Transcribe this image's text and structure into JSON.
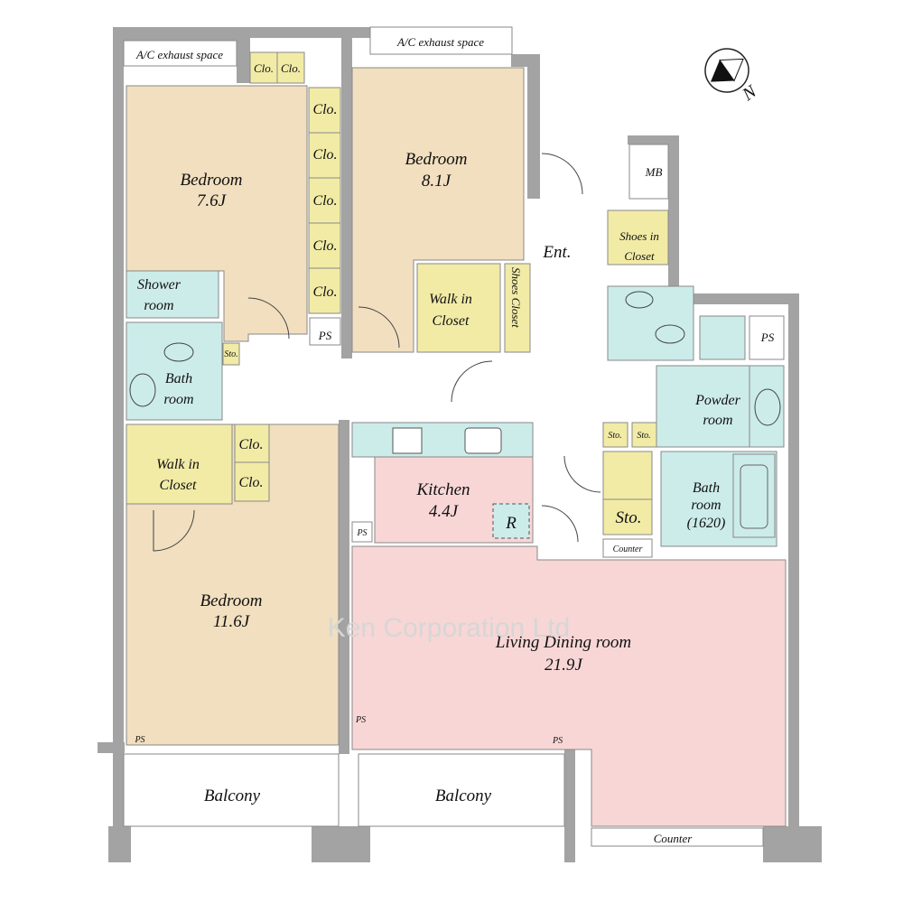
{
  "rooms": {
    "ac_exhaust_left": "A/C exhaust space",
    "ac_exhaust_right": "A/C exhaust space",
    "bedroom1": {
      "name": "Bedroom",
      "size": "7.6J"
    },
    "bedroom2": {
      "name": "Bedroom",
      "size": "8.1J"
    },
    "bedroom3": {
      "name": "Bedroom",
      "size": "11.6J"
    },
    "closet": "Clo.",
    "shower_room": [
      "Shower",
      "room"
    ],
    "bath_room_left": [
      "Bath",
      "room"
    ],
    "sto_small": "Sto.",
    "sto": "Sto.",
    "ps": "PS",
    "walk_in_closet": [
      "Walk in",
      "Closet"
    ],
    "shoes_closet": "Shoes Closet",
    "entrance": "Ent.",
    "mb": "MB",
    "shoes_in_closet": [
      "Shoes in",
      "Closet"
    ],
    "powder_room": [
      "Powder",
      "room"
    ],
    "bath_room_right": [
      "Bath",
      "room",
      "(1620)"
    ],
    "counter": "Counter",
    "kitchen": {
      "name": "Kitchen",
      "size": "4.4J"
    },
    "refrigerator": "R",
    "living": {
      "name": "Living Dining room",
      "size": "21.9J"
    },
    "balcony": "Balcony"
  },
  "compass": "N",
  "watermark": "Ken Corporation Ltd",
  "colors": {
    "bedroom": "#f1dfbf",
    "closet": "#f2eba6",
    "wet": "#ccecea",
    "living": "#f8d6d6",
    "wall": "#a3a3a3"
  }
}
